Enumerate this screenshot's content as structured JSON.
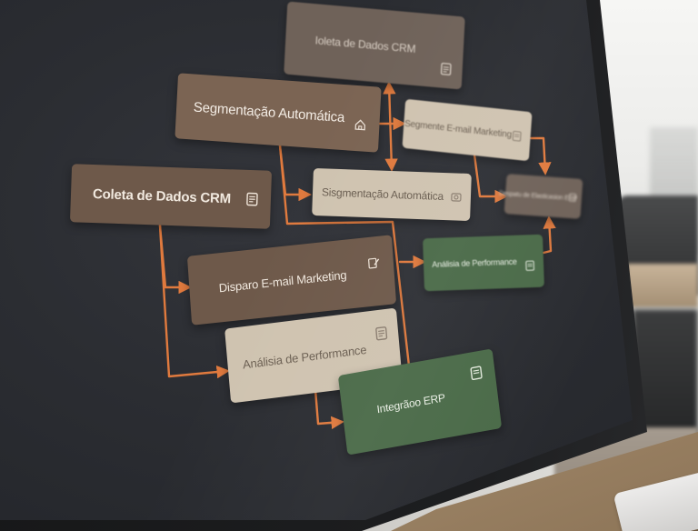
{
  "diagram": {
    "nodes": [
      {
        "id": "coleta-top",
        "label": "Ioleta de Dados CRM",
        "icon": "document-icon"
      },
      {
        "id": "segmentacao-top",
        "label": "Segmentação Automática",
        "icon": "house-icon"
      },
      {
        "id": "segmente-email",
        "label": "Segmente E-mail Marketing",
        "icon": "document-icon"
      },
      {
        "id": "coleta-left",
        "label": "Coleta de Dados CRM",
        "icon": "document-icon"
      },
      {
        "id": "sisgmentacao",
        "label": "Sisgmentação Automática",
        "icon": "camera-icon"
      },
      {
        "id": "despaches-erp",
        "label": "Despatu de Elasticasion ERP",
        "icon": "document-icon"
      },
      {
        "id": "analise-green",
        "label": "Análisia de Performance",
        "icon": "document-icon"
      },
      {
        "id": "disparo-email",
        "label": "Disparo E-mail Marketing",
        "icon": "edit-icon"
      },
      {
        "id": "analise-beige",
        "label": "Análisia de Performance",
        "icon": "document-icon"
      },
      {
        "id": "integracao-erp",
        "label": "Integrãoo ERP",
        "icon": "document-icon"
      }
    ]
  },
  "colors": {
    "connector": "#e07a3e",
    "brown_node": "#7b6453",
    "beige_node": "#cfc3b0",
    "green_node": "#4a6a48"
  }
}
